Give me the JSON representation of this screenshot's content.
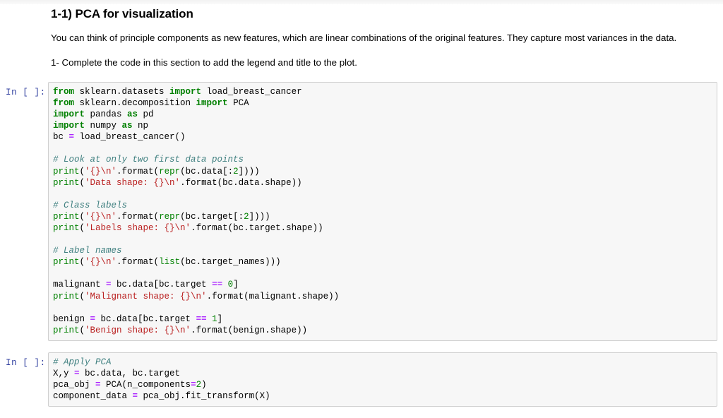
{
  "markdown": {
    "heading": "1-1) PCA for visualization",
    "paragraph": "You can think of principle components as new features, which are linear combinations of the original features. They capture most variances in the data.",
    "instruction": "1- Complete the code in this section to add the legend and title to the plot."
  },
  "cells": [
    {
      "prompt": "In [ ]:",
      "lines": [
        [
          {
            "t": "from",
            "c": "k"
          },
          {
            "t": " sklearn.datasets ",
            "c": "n"
          },
          {
            "t": "import",
            "c": "k"
          },
          {
            "t": " load_breast_cancer",
            "c": "n"
          }
        ],
        [
          {
            "t": "from",
            "c": "k"
          },
          {
            "t": " sklearn.decomposition ",
            "c": "n"
          },
          {
            "t": "import",
            "c": "k"
          },
          {
            "t": " PCA",
            "c": "n"
          }
        ],
        [
          {
            "t": "import",
            "c": "k"
          },
          {
            "t": " pandas ",
            "c": "n"
          },
          {
            "t": "as",
            "c": "k"
          },
          {
            "t": " pd",
            "c": "n"
          }
        ],
        [
          {
            "t": "import",
            "c": "k"
          },
          {
            "t": " numpy ",
            "c": "n"
          },
          {
            "t": "as",
            "c": "k"
          },
          {
            "t": " np",
            "c": "n"
          }
        ],
        [
          {
            "t": "bc ",
            "c": "n"
          },
          {
            "t": "=",
            "c": "o"
          },
          {
            "t": " load_breast_cancer()",
            "c": "n"
          }
        ],
        [
          {
            "t": "",
            "c": "n"
          }
        ],
        [
          {
            "t": "# Look at only two first data points",
            "c": "c"
          }
        ],
        [
          {
            "t": "print",
            "c": "nb"
          },
          {
            "t": "(",
            "c": "n"
          },
          {
            "t": "'{}\\n'",
            "c": "s"
          },
          {
            "t": ".format(",
            "c": "n"
          },
          {
            "t": "repr",
            "c": "nb"
          },
          {
            "t": "(bc.data[:",
            "c": "n"
          },
          {
            "t": "2",
            "c": "m"
          },
          {
            "t": "])))",
            "c": "n"
          }
        ],
        [
          {
            "t": "print",
            "c": "nb"
          },
          {
            "t": "(",
            "c": "n"
          },
          {
            "t": "'Data shape: {}\\n'",
            "c": "s"
          },
          {
            "t": ".format(bc.data.shape))",
            "c": "n"
          }
        ],
        [
          {
            "t": "",
            "c": "n"
          }
        ],
        [
          {
            "t": "# Class labels",
            "c": "c"
          }
        ],
        [
          {
            "t": "print",
            "c": "nb"
          },
          {
            "t": "(",
            "c": "n"
          },
          {
            "t": "'{}\\n'",
            "c": "s"
          },
          {
            "t": ".format(",
            "c": "n"
          },
          {
            "t": "repr",
            "c": "nb"
          },
          {
            "t": "(bc.target[:",
            "c": "n"
          },
          {
            "t": "2",
            "c": "m"
          },
          {
            "t": "])))",
            "c": "n"
          }
        ],
        [
          {
            "t": "print",
            "c": "nb"
          },
          {
            "t": "(",
            "c": "n"
          },
          {
            "t": "'Labels shape: {}\\n'",
            "c": "s"
          },
          {
            "t": ".format(bc.target.shape))",
            "c": "n"
          }
        ],
        [
          {
            "t": "",
            "c": "n"
          }
        ],
        [
          {
            "t": "# Label names",
            "c": "c"
          }
        ],
        [
          {
            "t": "print",
            "c": "nb"
          },
          {
            "t": "(",
            "c": "n"
          },
          {
            "t": "'{}\\n'",
            "c": "s"
          },
          {
            "t": ".format(",
            "c": "n"
          },
          {
            "t": "list",
            "c": "nb"
          },
          {
            "t": "(bc.target_names)))",
            "c": "n"
          }
        ],
        [
          {
            "t": "",
            "c": "n"
          }
        ],
        [
          {
            "t": "malignant ",
            "c": "n"
          },
          {
            "t": "=",
            "c": "o"
          },
          {
            "t": " bc.data[bc.target ",
            "c": "n"
          },
          {
            "t": "==",
            "c": "o"
          },
          {
            "t": " ",
            "c": "n"
          },
          {
            "t": "0",
            "c": "m"
          },
          {
            "t": "]",
            "c": "n"
          }
        ],
        [
          {
            "t": "print",
            "c": "nb"
          },
          {
            "t": "(",
            "c": "n"
          },
          {
            "t": "'Malignant shape: {}\\n'",
            "c": "s"
          },
          {
            "t": ".format(malignant.shape))",
            "c": "n"
          }
        ],
        [
          {
            "t": "",
            "c": "n"
          }
        ],
        [
          {
            "t": "benign ",
            "c": "n"
          },
          {
            "t": "=",
            "c": "o"
          },
          {
            "t": " bc.data[bc.target ",
            "c": "n"
          },
          {
            "t": "==",
            "c": "o"
          },
          {
            "t": " ",
            "c": "n"
          },
          {
            "t": "1",
            "c": "m"
          },
          {
            "t": "]",
            "c": "n"
          }
        ],
        [
          {
            "t": "print",
            "c": "nb"
          },
          {
            "t": "(",
            "c": "n"
          },
          {
            "t": "'Benign shape: {}\\n'",
            "c": "s"
          },
          {
            "t": ".format(benign.shape))",
            "c": "n"
          }
        ]
      ]
    },
    {
      "prompt": "In [ ]:",
      "lines": [
        [
          {
            "t": "# Apply PCA",
            "c": "c"
          }
        ],
        [
          {
            "t": "X,y ",
            "c": "n"
          },
          {
            "t": "=",
            "c": "o"
          },
          {
            "t": " bc.data, bc.target",
            "c": "n"
          }
        ],
        [
          {
            "t": "pca_obj ",
            "c": "n"
          },
          {
            "t": "=",
            "c": "o"
          },
          {
            "t": " PCA(n_components",
            "c": "n"
          },
          {
            "t": "=",
            "c": "o"
          },
          {
            "t": "2",
            "c": "m"
          },
          {
            "t": ")",
            "c": "n"
          }
        ],
        [
          {
            "t": "component_data ",
            "c": "n"
          },
          {
            "t": "=",
            "c": "o"
          },
          {
            "t": " pca_obj.fit_transform(X)",
            "c": "n"
          }
        ]
      ]
    }
  ],
  "colors": {
    "keyword": "#008000",
    "string": "#BA2121",
    "comment": "#408080",
    "operator": "#AA22FF",
    "number": "#008000",
    "prompt": "#303f9f",
    "cell_bg": "#f7f7f7",
    "cell_border": "#cfcfcf"
  }
}
